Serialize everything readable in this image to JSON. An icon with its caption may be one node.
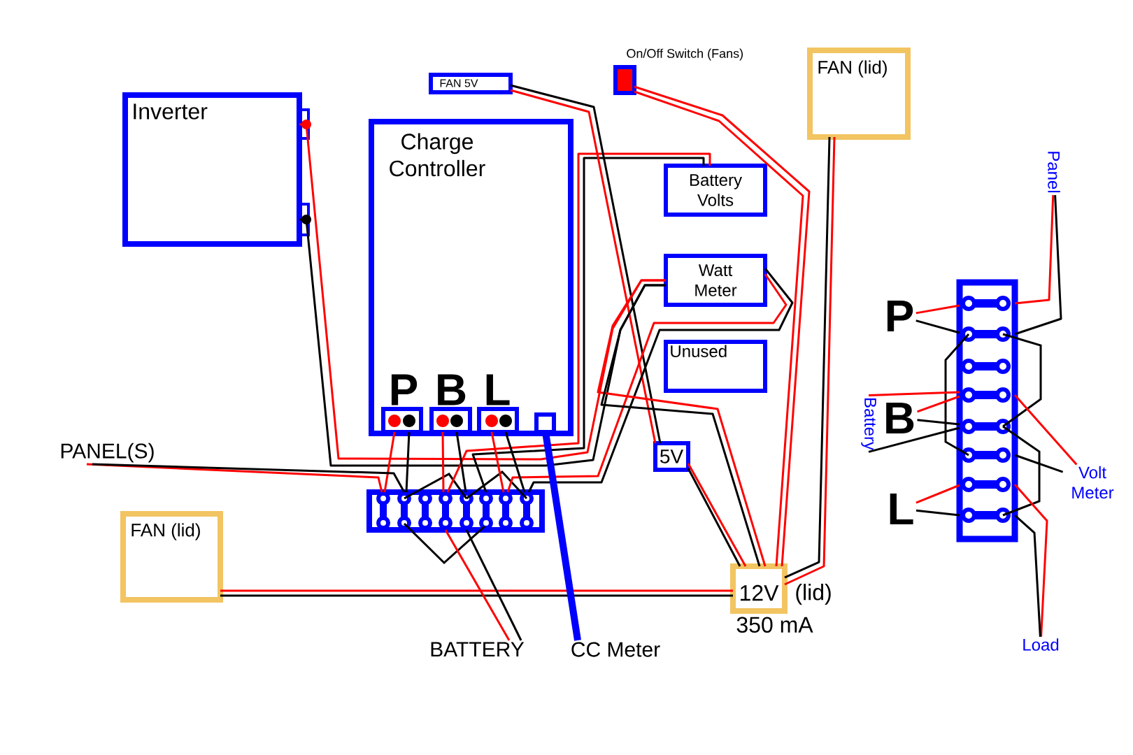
{
  "diagram": {
    "nodes": [
      {
        "text": [
          "Inverter"
        ]
      },
      {
        "text": [
          "Charge Controller"
        ]
      },
      {
        "text": [
          "P"
        ],
        "in": 1
      },
      {
        "text": [
          "B"
        ],
        "in": 1
      },
      {
        "text": [
          "L"
        ],
        "in": 1
      },
      {
        "text": [],
        "shape": "box",
        "in": 1
      },
      {
        "text": [
          "FAN 5V"
        ]
      },
      {
        "text": [
          "On/Off Switch (Fans)"
        ]
      },
      {
        "text": [
          "FAN (lid)"
        ]
      },
      {
        "text": [
          "Battery Volts"
        ]
      },
      {
        "text": [
          "Watt Meter"
        ]
      },
      {
        "text": [
          "Unused"
        ]
      },
      {
        "text": [
          "5V"
        ]
      },
      {
        "text": [
          "12V"
        ],
        "beside": [
          "(lid)",
          "350 mA"
        ]
      },
      {
        "text": [
          "FAN (lid)"
        ]
      },
      {
        "text": [],
        "shape": "box"
      },
      {
        "text": [
          "PANEL(S)"
        ]
      },
      {
        "text": [
          "BATTERY"
        ]
      },
      {
        "text": [
          "CC Meter"
        ]
      },
      {
        "text": [],
        "shape": "box"
      },
      {
        "text": [
          "P"
        ]
      },
      {
        "text": [
          "B"
        ]
      },
      {
        "text": [
          "L"
        ]
      },
      {
        "text": [
          "Panel"
        ]
      },
      {
        "text": [
          "Battery"
        ]
      },
      {
        "text": [
          "Volt Meter"
        ]
      },
      {
        "text": [
          "Load"
        ]
      }
    ],
    "edges": [
      {
        "from": 0,
        "to": 10,
        "arrow": "none",
        "color": "#ff0000"
      },
      {
        "from": 0,
        "to": 10,
        "arrow": "none",
        "color": "#000000"
      },
      {
        "from": 9,
        "to": 15,
        "arrow": "none",
        "color": "#ff0000"
      },
      {
        "from": 9,
        "to": 15,
        "arrow": "none",
        "color": "#000000"
      },
      {
        "from": 6,
        "to": 12,
        "arrow": "none",
        "color": "#000000"
      },
      {
        "from": 6,
        "to": 12,
        "arrow": "none",
        "color": "#ff0000"
      },
      {
        "from": 7,
        "to": 13,
        "arrow": "none",
        "color": "#ff0000"
      },
      {
        "from": 7,
        "to": 13,
        "arrow": "none",
        "color": "#ff0000"
      },
      {
        "from": 8,
        "to": 13,
        "arrow": "none",
        "color": "#000000"
      },
      {
        "from": 8,
        "to": 13,
        "arrow": "none",
        "color": "#ff0000"
      },
      {
        "from": 10,
        "to": 15,
        "arrow": "none",
        "color": "#ff0000"
      },
      {
        "from": 10,
        "to": 15,
        "arrow": "none",
        "color": "#000000"
      },
      {
        "from": 10,
        "to": 13,
        "arrow": "none",
        "color": "#ff0000"
      },
      {
        "from": 10,
        "to": 13,
        "arrow": "none",
        "color": "#000000"
      },
      {
        "from": 12,
        "to": 13,
        "arrow": "none",
        "color": "#ff0000"
      },
      {
        "from": 12,
        "to": 13,
        "arrow": "none",
        "color": "#000000"
      },
      {
        "from": 14,
        "to": 13,
        "arrow": "none",
        "color": "#ff0000"
      },
      {
        "from": 14,
        "to": 13,
        "arrow": "none",
        "color": "#000000"
      },
      {
        "from": 2,
        "to": 15,
        "arrow": "none",
        "color": "#ff0000"
      },
      {
        "from": 2,
        "to": 15,
        "arrow": "none",
        "color": "#000000"
      },
      {
        "from": 3,
        "to": 15,
        "arrow": "none",
        "color": "#ff0000"
      },
      {
        "from": 3,
        "to": 15,
        "arrow": "none",
        "color": "#000000"
      },
      {
        "from": 4,
        "to": 15,
        "arrow": "none",
        "color": "#ff0000"
      },
      {
        "from": 4,
        "to": 15,
        "arrow": "none",
        "color": "#000000"
      },
      {
        "from": 15,
        "to": 17,
        "arrow": "none",
        "color": "#ff0000"
      },
      {
        "from": 15,
        "to": 17,
        "arrow": "none",
        "color": "#000000"
      },
      {
        "from": 16,
        "to": 15,
        "arrow": "none",
        "color": "#ff0000"
      },
      {
        "from": 16,
        "to": 15,
        "arrow": "none",
        "color": "#000000"
      },
      {
        "from": 5,
        "to": 18,
        "arrow": "none",
        "color": "#0000ff",
        "style": "thick"
      },
      {
        "from": 20,
        "to": 19,
        "arrow": "none",
        "color": "#ff0000"
      },
      {
        "from": 20,
        "to": 19,
        "arrow": "none",
        "color": "#000000"
      },
      {
        "from": 24,
        "to": 19,
        "arrow": "none",
        "color": "#ff0000"
      },
      {
        "from": 24,
        "to": 19,
        "arrow": "none",
        "color": "#000000"
      },
      {
        "from": 21,
        "to": 19,
        "arrow": "none",
        "color": "#ff0000"
      },
      {
        "from": 21,
        "to": 19,
        "arrow": "none",
        "color": "#000000"
      },
      {
        "from": 22,
        "to": 19,
        "arrow": "none",
        "color": "#ff0000"
      },
      {
        "from": 22,
        "to": 19,
        "arrow": "none",
        "color": "#000000"
      },
      {
        "from": 23,
        "to": 19,
        "arrow": "none",
        "color": "#ff0000"
      },
      {
        "from": 23,
        "to": 19,
        "arrow": "none",
        "color": "#000000"
      },
      {
        "from": 25,
        "to": 19,
        "arrow": "none",
        "color": "#ff0000"
      },
      {
        "from": 25,
        "to": 19,
        "arrow": "none",
        "color": "#000000"
      },
      {
        "from": 26,
        "to": 19,
        "arrow": "none",
        "color": "#ff0000"
      },
      {
        "from": 26,
        "to": 19,
        "arrow": "none",
        "color": "#000000"
      }
    ]
  }
}
